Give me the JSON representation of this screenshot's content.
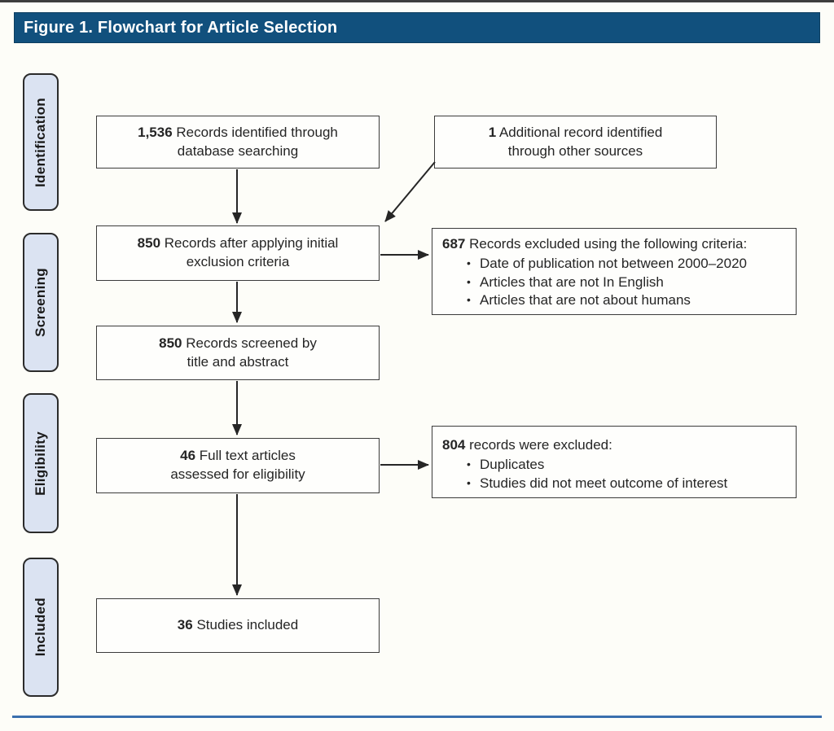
{
  "title_bar": {
    "text": "Figure 1. Flowchart for Article Selection"
  },
  "stages": [
    {
      "label": "Identification"
    },
    {
      "label": "Screening"
    },
    {
      "label": "Eligibility"
    },
    {
      "label": "Included"
    }
  ],
  "boxes": {
    "records_identified": {
      "number": "1,536",
      "text": " Records identified through\ndatabase searching"
    },
    "additional_records": {
      "number": "1",
      "text": " Additional record identified\nthrough other sources"
    },
    "records_after_exclusion": {
      "number": "850",
      "text": " Records after applying initial\nexclusion criteria"
    },
    "records_excluded_screening": {
      "number": "687",
      "heading": " Records excluded using the following criteria:",
      "bullets": [
        "Date of publication not between 2000–2020",
        "Articles that are not In English",
        "Articles that are not about humans"
      ]
    },
    "records_screened": {
      "number": "850",
      "text": " Records screened by\ntitle and abstract"
    },
    "fulltext_assessed": {
      "number": "46",
      "text": " Full text articles\nassessed for eligibility"
    },
    "records_excluded_eligibility": {
      "number": "804",
      "heading": " records were excluded:",
      "bullets": [
        "Duplicates",
        "Studies did not meet outcome of interest"
      ]
    },
    "studies_included": {
      "number": "36",
      "text": " Studies included"
    }
  },
  "colors": {
    "title_bar_bg": "#11507d",
    "stage_fill": "#dbe3f2",
    "stage_border": "#2b2b2b",
    "box_border": "#3b3b3b",
    "arrow": "#262626",
    "footer_rule": "#3a6fae",
    "top_rule": "#3d3d3d"
  }
}
